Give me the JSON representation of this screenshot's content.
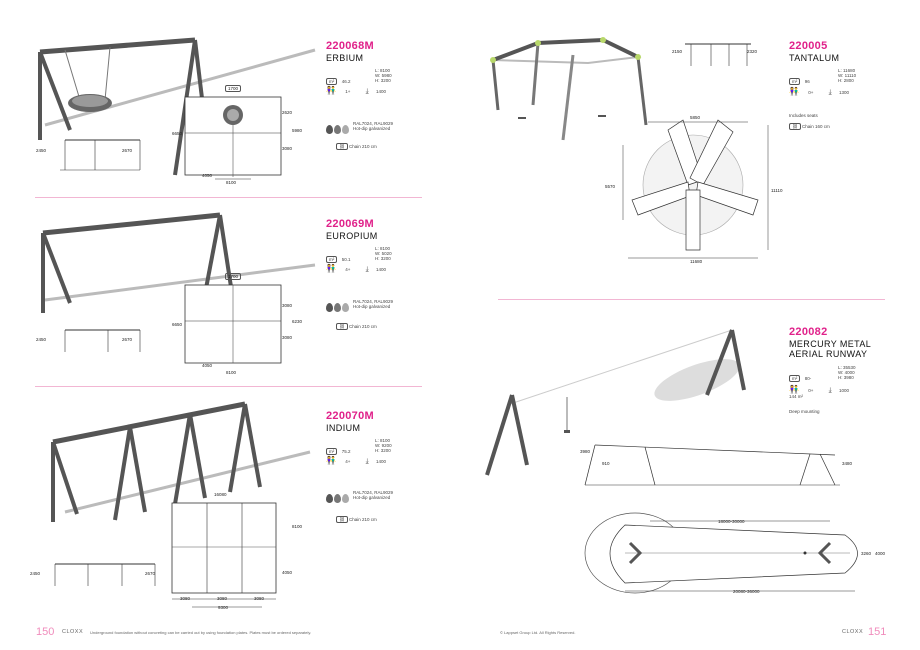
{
  "products": [
    {
      "code": "220068M",
      "name": "ERBIUM",
      "area": "46.2",
      "age": "1+",
      "fall_height": "1400",
      "dims": [
        "L: 8100",
        "W: 5980",
        "H: 3200"
      ],
      "colors": "RAL7024, RAL9029",
      "finish": "Hot-dip galvanized",
      "chain": "Chain 210 cm",
      "drawing": {
        "top": "1700",
        "side_a": "2620",
        "side_b": "3080",
        "left": "6650",
        "right": "5980",
        "bottom_a": "4050",
        "bottom_b": "8100",
        "elev_l": "2450",
        "elev_r": "2670"
      }
    },
    {
      "code": "220069M",
      "name": "EUROPIUM",
      "area": "50.1",
      "age": "4+",
      "fall_height": "1400",
      "dims": [
        "L: 8100",
        "W: 5020",
        "H: 3200"
      ],
      "colors": "RAL7024, RAL9029",
      "finish": "Hot-dip galvanized",
      "chain": "Chain 210 cm",
      "drawing": {
        "top": "1700",
        "side_a": "3080",
        "side_b": "3080",
        "left": "6650",
        "right": "6230",
        "bottom_a": "4050",
        "bottom_b": "8100",
        "elev_l": "2450",
        "elev_r": "2670"
      }
    },
    {
      "code": "220070M",
      "name": "INDIUM",
      "area": "75.2",
      "age": "4+",
      "fall_height": "1400",
      "dims": [
        "L: 8100",
        "W: 9200",
        "H: 3200"
      ],
      "colors": "RAL7024, RAL9029",
      "finish": "Hot-dip galvanized",
      "chain": "Chain 210 cm",
      "drawing": {
        "top": "16080",
        "right_a": "8100",
        "right_b": "4050",
        "bottom_a": "3080",
        "bottom_b": "3080",
        "bottom_c": "3080",
        "bottom_total": "9300",
        "elev_l": "2450",
        "elev_r": "2670"
      }
    },
    {
      "code": "220005",
      "name": "TANTALUM",
      "area": "96",
      "age": "0+",
      "fall_height": "1300",
      "dims": [
        "L: 11680",
        "W: 11110",
        "H: 2800"
      ],
      "note": "Includes seats",
      "chain": "Chain 160 cm",
      "drawing": {
        "elev_a": "2150",
        "elev_b": "2320",
        "top": "5850",
        "left": "5570",
        "right": "11110",
        "bottom": "11680"
      }
    },
    {
      "code": "220082",
      "name_line1": "MERCURY METAL",
      "name_line2": "AERIAL RUNWAY",
      "area": "80-\n144 m²",
      "age": "0+",
      "fall_height": "1000",
      "dims": [
        "L: 35530",
        "W: 4000",
        "H: 3980"
      ],
      "note": "Deep mounting",
      "drawing": {
        "elev_l": "3980",
        "elev_l2": "910",
        "elev_r": "3480",
        "top": "18000-30000",
        "right_a": "3260",
        "right_b": "4000",
        "bottom": "20080-36000"
      }
    }
  ],
  "footer": {
    "left_page": "150",
    "left_brand": "CLOXX",
    "left_note": "Underground foundation without concreting can be carried out by using foundation plates. Plates must be ordered separately.",
    "copyright": "© Lappset Group Ltd. All Rights Reserved.",
    "right_brand": "CLOXX",
    "right_page": "151"
  }
}
